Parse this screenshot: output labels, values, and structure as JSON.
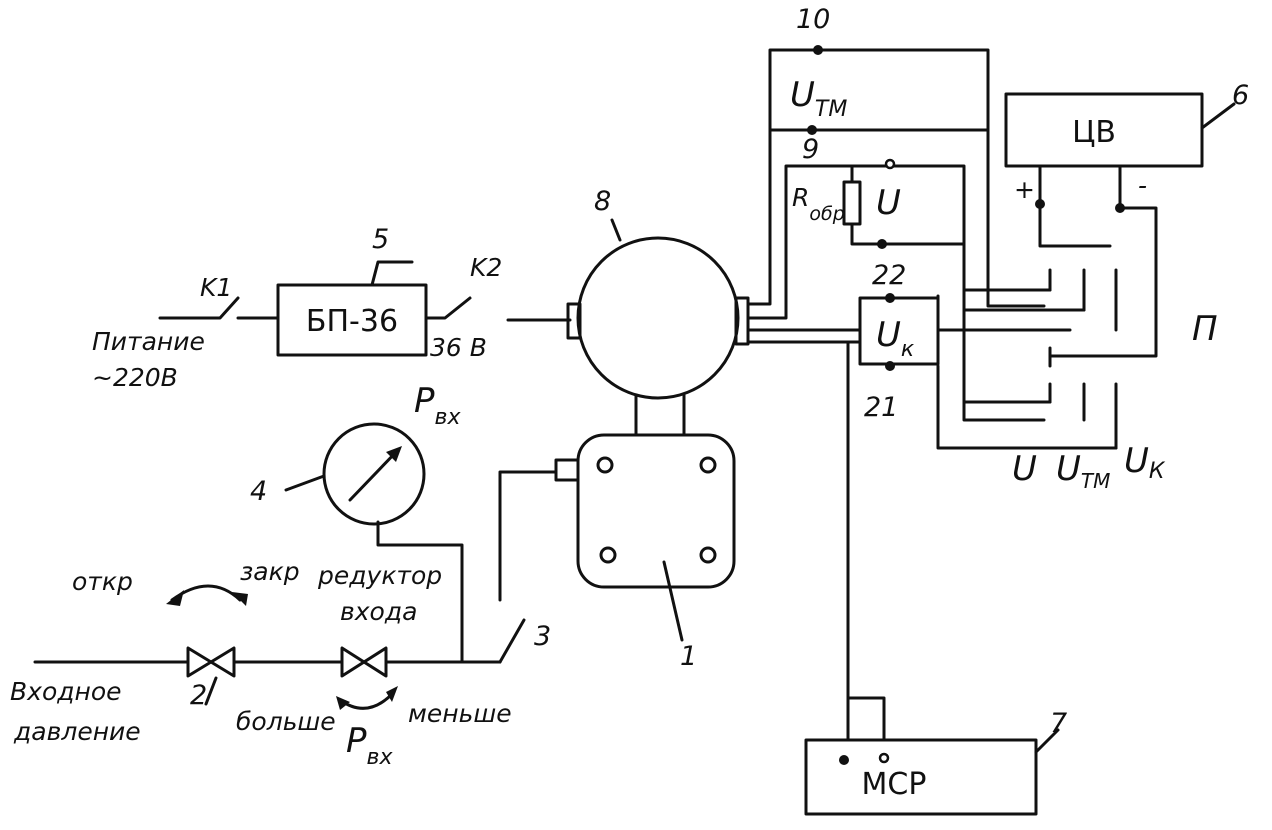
{
  "components": {
    "sensor_label": "1",
    "valve_inlet_label": "2",
    "switch_label": "3",
    "gauge_label": "4",
    "psu_label": "5",
    "dv_label": "6",
    "msr_label": "7",
    "head_label": "8",
    "terminal_9": "9",
    "terminal_10": "10",
    "terminal_21": "21",
    "terminal_22": "22"
  },
  "power": {
    "k1": "K1",
    "k2": "K2",
    "supply_line1": "Питание",
    "supply_line2": "~220В",
    "psu_box": "БП-36",
    "output_voltage": "36 В"
  },
  "gauge": {
    "p_symbol": "P",
    "p_subscript": "вх"
  },
  "valves": {
    "open": "откр",
    "close": "закр",
    "reducer_line1": "редуктор",
    "reducer_line2": "входа",
    "inlet_line1": "Входное",
    "inlet_line2": "давление",
    "more": "больше",
    "less": "меньше",
    "p_symbol": "P",
    "p_subscript": "вх"
  },
  "circuit": {
    "u_tm_main": "U",
    "u_tm_sub": "ТМ",
    "r_main": "R",
    "r_sub": "обр",
    "u": "U",
    "uk_main": "U",
    "uk_sub": "к",
    "dv_box": "ЦВ",
    "plus": "+",
    "minus": "-",
    "switch_p": "П",
    "bottom_u": "U",
    "bottom_utm_main": "U",
    "bottom_utm_sub": "ТМ",
    "bottom_uk_main": "U",
    "bottom_uk_sub": "К",
    "msr_box": "МСР"
  }
}
